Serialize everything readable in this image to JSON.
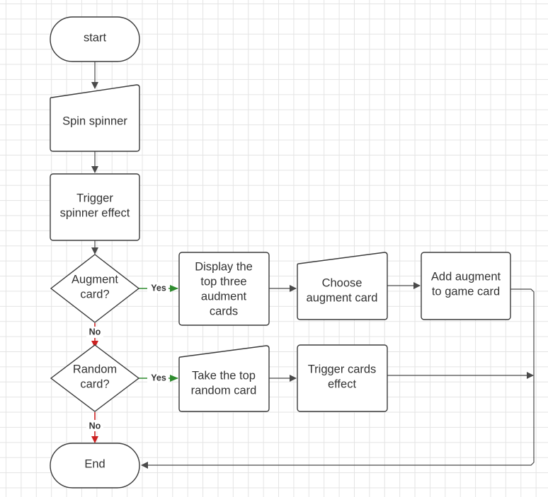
{
  "nodes": {
    "start": {
      "text": "start"
    },
    "spin": {
      "text": "Spin spinner"
    },
    "trigger": {
      "lines": [
        "Trigger",
        "spinner effect"
      ]
    },
    "augment_q": {
      "lines": [
        "Augment",
        "card?"
      ]
    },
    "display": {
      "lines": [
        "Display the",
        "top three",
        "audment",
        "cards"
      ]
    },
    "choose": {
      "lines": [
        "Choose",
        "augment card"
      ]
    },
    "add": {
      "lines": [
        "Add augment",
        "to game card"
      ]
    },
    "random_q": {
      "lines": [
        "Random",
        "card?"
      ]
    },
    "take": {
      "lines": [
        "Take the top",
        "random card"
      ]
    },
    "trigger_cards": {
      "lines": [
        "Trigger cards",
        "effect"
      ]
    },
    "end": {
      "text": "End"
    }
  },
  "edges": {
    "augment_yes": "Yes",
    "augment_no": "No",
    "random_yes": "Yes",
    "random_no": "No"
  },
  "colors": {
    "yes_edge": "#2e8b2e",
    "no_edge": "#cc2222",
    "default_edge": "#4a4a4a",
    "node_stroke": "#3a3a3a"
  }
}
